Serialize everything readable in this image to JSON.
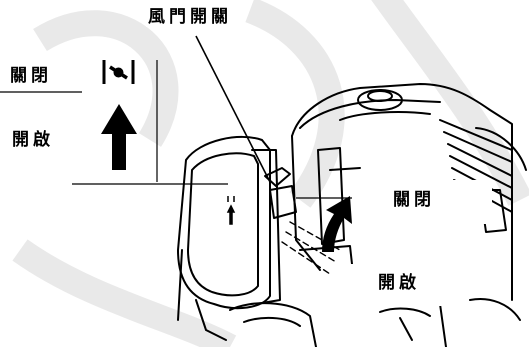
{
  "labels": {
    "choke_lever": "風門開關",
    "closed_left": "關閉",
    "open_left": "開啟",
    "closed_right": "關閉",
    "open_right": "開啟"
  },
  "icons": {
    "closed_symbol": "choke-closed-symbol-icon",
    "up_arrow": "up-arrow-icon",
    "curved_arrow": "curved-up-arrow-icon"
  },
  "colors": {
    "ink": "#000000",
    "watermark": "#e9e9e9",
    "background": "#ffffff"
  }
}
